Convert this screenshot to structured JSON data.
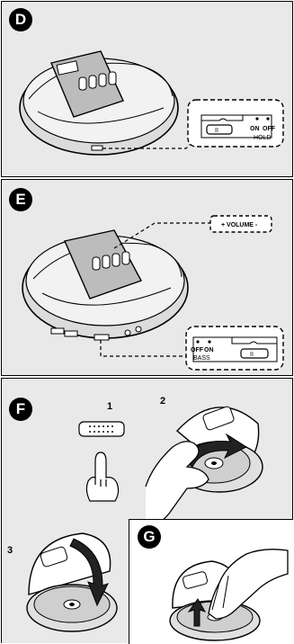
{
  "sections": {
    "d": {
      "badge": "D",
      "switch": {
        "on": "ON",
        "off": "OFF",
        "name": "HOLD",
        "marks": "II"
      }
    },
    "e": {
      "badge": "E",
      "volume": "+ VOLUME -",
      "switch": {
        "off": "OFF",
        "on": "ON",
        "name": "BASS",
        "marks": "II"
      }
    },
    "f": {
      "badge": "F",
      "steps": [
        "1",
        "2",
        "3"
      ]
    },
    "g": {
      "badge": "G"
    }
  },
  "colors": {
    "panel": "#e9e9e9",
    "ink": "#000000",
    "disc": "#cfcfcf"
  },
  "icons": [
    "cd-player-icon",
    "hold-switch-icon",
    "bass-switch-icon",
    "finger-icon",
    "hand-icon",
    "cd-disc-icon",
    "rotation-arrow-icon"
  ]
}
